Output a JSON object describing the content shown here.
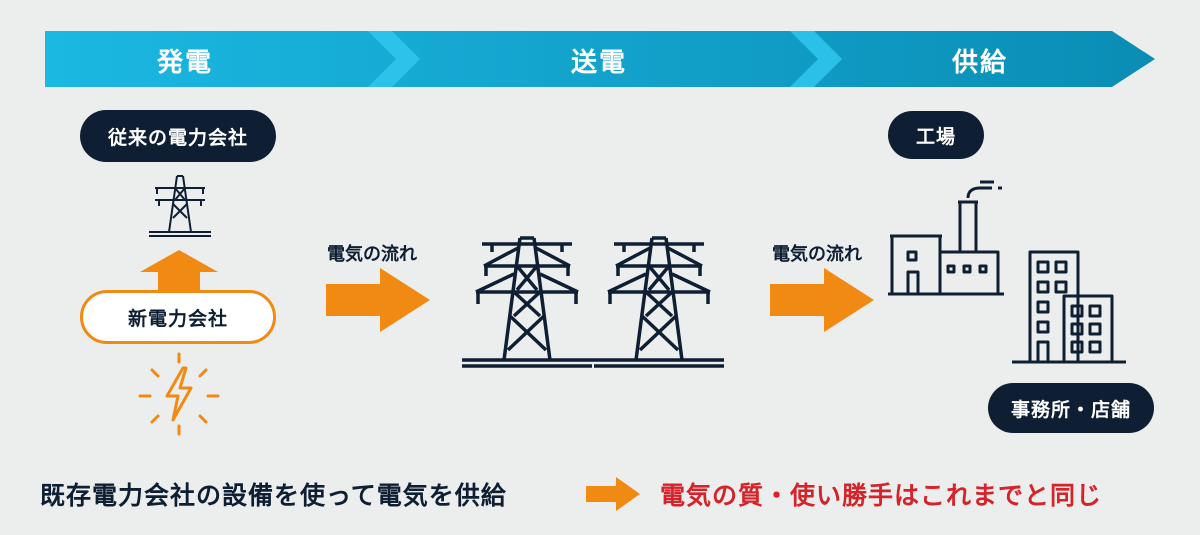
{
  "stages": [
    {
      "label": "発電"
    },
    {
      "label": "送電"
    },
    {
      "label": "供給"
    }
  ],
  "generation": {
    "conventional_label": "従来の電力会社",
    "new_label": "新電力会社"
  },
  "flows": [
    {
      "label": "電気の流れ"
    },
    {
      "label": "電気の流れ"
    }
  ],
  "supply": {
    "factory_label": "工場",
    "office_label": "事務所・店舗"
  },
  "bottom": {
    "statement": "既存電力会社の設備を使って電気を供給",
    "result": "電気の質・使い勝手はこれまでと同じ"
  },
  "colors": {
    "bar_start": "#19b6e0",
    "bar_end": "#0a8fb8",
    "dark": "#0f1f33",
    "orange": "#f08a12",
    "red": "#d4232a"
  }
}
